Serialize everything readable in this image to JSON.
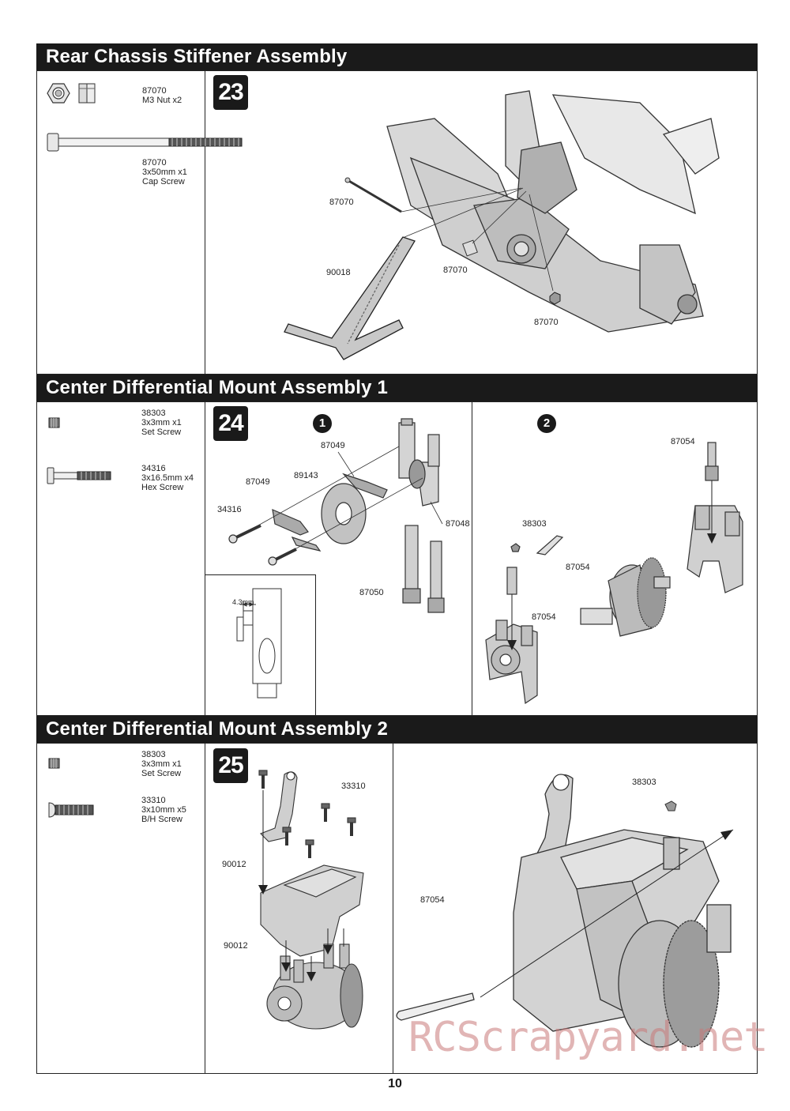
{
  "sections": [
    {
      "title": "Rear Chassis Stiffener Assembly",
      "step": "23",
      "parts": [
        {
          "number": "87070",
          "desc": "M3 Nut x2",
          "type": ""
        },
        {
          "number": "87070",
          "desc": "3x50mm x1",
          "type": "Cap Screw"
        }
      ],
      "callouts": [
        "87070",
        "90018",
        "87070",
        "87070"
      ]
    },
    {
      "title": "Center Differential Mount Assembly 1",
      "step": "24",
      "sub_steps": [
        "1",
        "2"
      ],
      "parts": [
        {
          "number": "38303",
          "desc": "3x3mm x1",
          "type": "Set Screw"
        },
        {
          "number": "34316",
          "desc": "3x16.5mm x4",
          "type": "Hex Screw"
        }
      ],
      "callouts_1": [
        "87049",
        "87049",
        "89143",
        "34316",
        "87048",
        "87050"
      ],
      "callouts_2": [
        "87054",
        "38303",
        "87054",
        "87054"
      ],
      "dimension": "4.3mm"
    },
    {
      "title": "Center Differential Mount Assembly 2",
      "step": "25",
      "parts": [
        {
          "number": "38303",
          "desc": "3x3mm x1",
          "type": "Set Screw"
        },
        {
          "number": "33310",
          "desc": "3x10mm x5",
          "type": "B/H Screw"
        }
      ],
      "callouts_left": [
        "33310",
        "90012",
        "90012"
      ],
      "callouts_right": [
        "38303",
        "87054"
      ]
    }
  ],
  "page_number": "10",
  "watermark": "RCScrapyard.net"
}
